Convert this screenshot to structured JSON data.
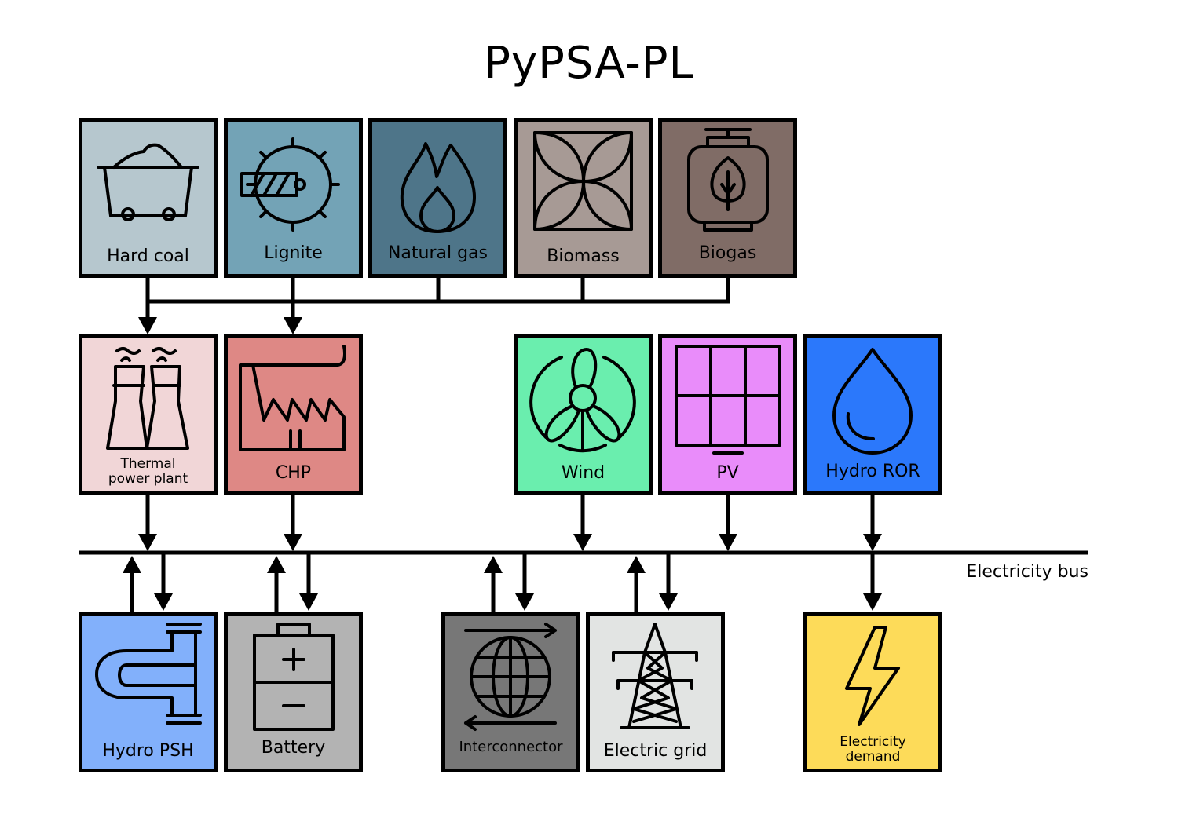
{
  "title": "PyPSA-PL",
  "bus_label": "Electricity bus",
  "nodes": {
    "hard_coal": {
      "label": "Hard coal",
      "color": "#b6c7ce"
    },
    "lignite": {
      "label": "Lignite",
      "color": "#73a3b6"
    },
    "natural_gas": {
      "label": "Natural gas",
      "color": "#4e7589"
    },
    "biomass": {
      "label": "Biomass",
      "color": "#a79a95"
    },
    "biogas": {
      "label": "Biogas",
      "color": "#806c66"
    },
    "thermal": {
      "label_line1": "Thermal",
      "label_line2": "power plant",
      "color": "#f1d6d7"
    },
    "chp": {
      "label": "CHP",
      "color": "#de8885"
    },
    "wind": {
      "label": "Wind",
      "color": "#6aeeae"
    },
    "pv": {
      "label": "PV",
      "color": "#e98cfa"
    },
    "hydro_ror": {
      "label": "Hydro ROR",
      "color": "#2b78fb"
    },
    "hydro_psh": {
      "label": "Hydro PSH",
      "color": "#82b0fb"
    },
    "battery": {
      "label": "Battery",
      "color": "#b3b3b3"
    },
    "interconnector": {
      "label": "Interconnector",
      "color": "#777777"
    },
    "electric_grid": {
      "label": "Electric grid",
      "color": "#e2e4e3"
    },
    "demand": {
      "label_line1": "Electricity",
      "label_line2": "demand",
      "color": "#fddb59"
    }
  },
  "icons": {
    "hard_coal": "mine-cart-icon",
    "lignite": "bucket-wheel-icon",
    "natural_gas": "flame-icon",
    "biomass": "leaves-icon",
    "biogas": "gas-cylinder-leaf-icon",
    "thermal": "cooling-towers-icon",
    "chp": "factory-icon",
    "wind": "fan-icon",
    "pv": "solar-panel-icon",
    "hydro_ror": "water-drop-icon",
    "hydro_psh": "pipe-icon",
    "battery": "battery-icon",
    "interconnector": "globe-exchange-icon",
    "electric_grid": "transmission-tower-icon",
    "demand": "lightning-bolt-icon"
  }
}
